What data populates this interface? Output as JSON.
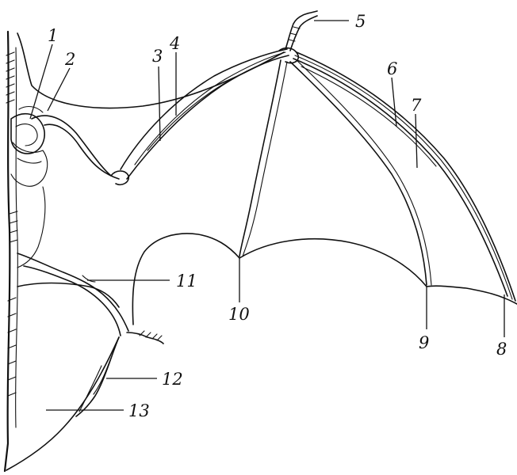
{
  "diagram": {
    "colors": {
      "ink": "#111111",
      "background": "#ffffff"
    },
    "labels": [
      {
        "id": "label-1",
        "text": "1"
      },
      {
        "id": "label-2",
        "text": "2"
      },
      {
        "id": "label-3",
        "text": "3"
      },
      {
        "id": "label-4",
        "text": "4"
      },
      {
        "id": "label-5",
        "text": "5"
      },
      {
        "id": "label-6",
        "text": "6"
      },
      {
        "id": "label-7",
        "text": "7"
      },
      {
        "id": "label-8",
        "text": "8"
      },
      {
        "id": "label-9",
        "text": "9"
      },
      {
        "id": "label-10",
        "text": "10"
      },
      {
        "id": "label-11",
        "text": "11"
      },
      {
        "id": "label-12",
        "text": "12"
      },
      {
        "id": "label-13",
        "text": "13"
      }
    ]
  }
}
